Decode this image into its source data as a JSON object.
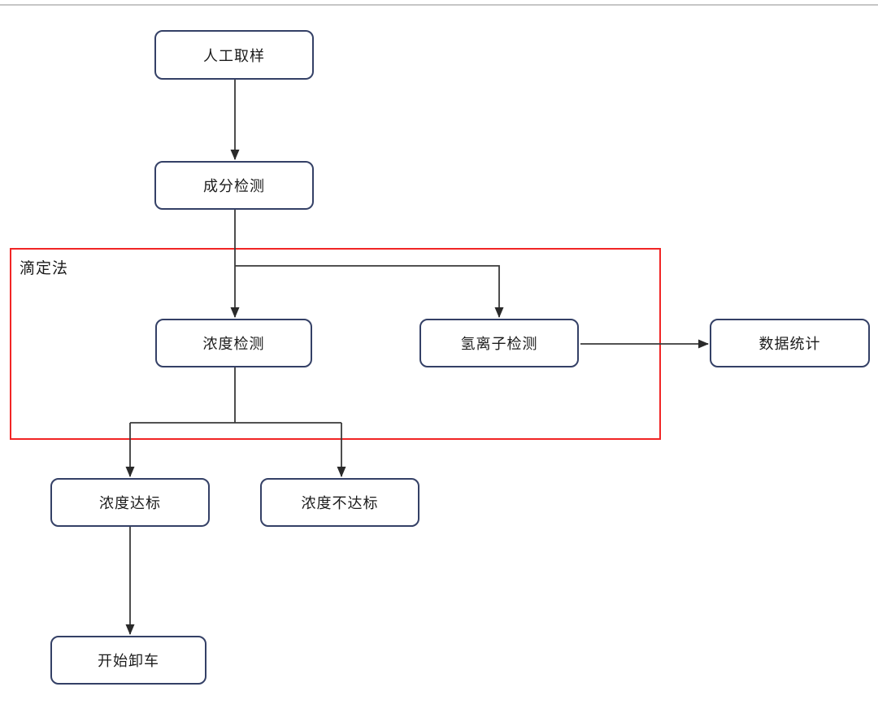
{
  "diagram": {
    "nodes": [
      {
        "id": "manual-sampling",
        "label": "人工取样"
      },
      {
        "id": "composition-test",
        "label": "成分检测"
      },
      {
        "id": "concentration-test",
        "label": "浓度检测"
      },
      {
        "id": "hydrogen-ion-test",
        "label": "氢离子检测"
      },
      {
        "id": "data-statistics",
        "label": "数据统计"
      },
      {
        "id": "concentration-pass",
        "label": "浓度达标"
      },
      {
        "id": "concentration-fail",
        "label": "浓度不达标"
      },
      {
        "id": "start-unloading",
        "label": "开始卸车"
      }
    ],
    "group": {
      "label": "滴定法",
      "border_color": "#f12525",
      "members": [
        "concentration-test",
        "hydrogen-ion-test"
      ]
    },
    "edges": [
      {
        "from": "manual-sampling",
        "to": "composition-test"
      },
      {
        "from": "composition-test",
        "to": "concentration-test"
      },
      {
        "from": "composition-test",
        "to": "hydrogen-ion-test"
      },
      {
        "from": "hydrogen-ion-test",
        "to": "data-statistics"
      },
      {
        "from": "concentration-test",
        "to": "concentration-pass"
      },
      {
        "from": "concentration-test",
        "to": "concentration-fail"
      },
      {
        "from": "concentration-pass",
        "to": "start-unloading"
      }
    ],
    "colors": {
      "node_border": "#344066",
      "node_fill": "#ffffff",
      "node_text": "#1c1c1c",
      "connector": "#3a3a3a",
      "group_border": "#f12525"
    }
  }
}
